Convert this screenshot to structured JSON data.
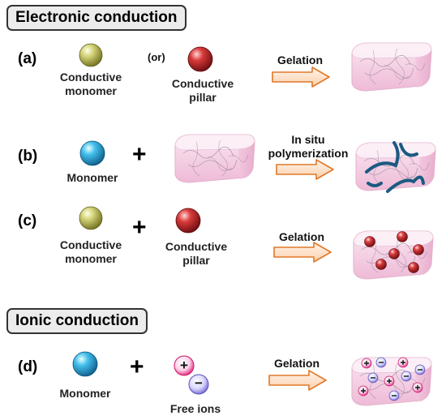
{
  "sections": {
    "electronic": "Electronic conduction",
    "ionic": "Ionic conduction"
  },
  "rows": {
    "a": {
      "label": "(a)",
      "monomer": [
        "Conductive",
        "monomer"
      ],
      "or": "(or)",
      "pillar": [
        "Conductive",
        "pillar"
      ],
      "arrow": "Gelation"
    },
    "b": {
      "label": "(b)",
      "monomer": "Monomer",
      "plus": "+",
      "arrow": [
        "In situ",
        "polymerization"
      ]
    },
    "c": {
      "label": "(c)",
      "monomer": [
        "Conductive",
        "monomer"
      ],
      "plus": "+",
      "pillar": [
        "Conductive",
        "pillar"
      ],
      "arrow": "Gelation"
    },
    "d": {
      "label": "(d)",
      "monomer": "Monomer",
      "plus": "+",
      "ions": "Free ions",
      "ion_plus": "+",
      "ion_minus": "−",
      "arrow": "Gelation"
    }
  },
  "colors": {
    "olive_sphere": "#b0b050",
    "red_sphere": "#c0242a",
    "blue_sphere": "#2fa8dc",
    "gel_pink": "#f6d3e6",
    "polymer_chain": "#1b5a82",
    "arrow_fill": "#fde0c8",
    "arrow_stroke": "#e07828",
    "cation": "#e21b7a",
    "anion": "#7a72d8"
  }
}
